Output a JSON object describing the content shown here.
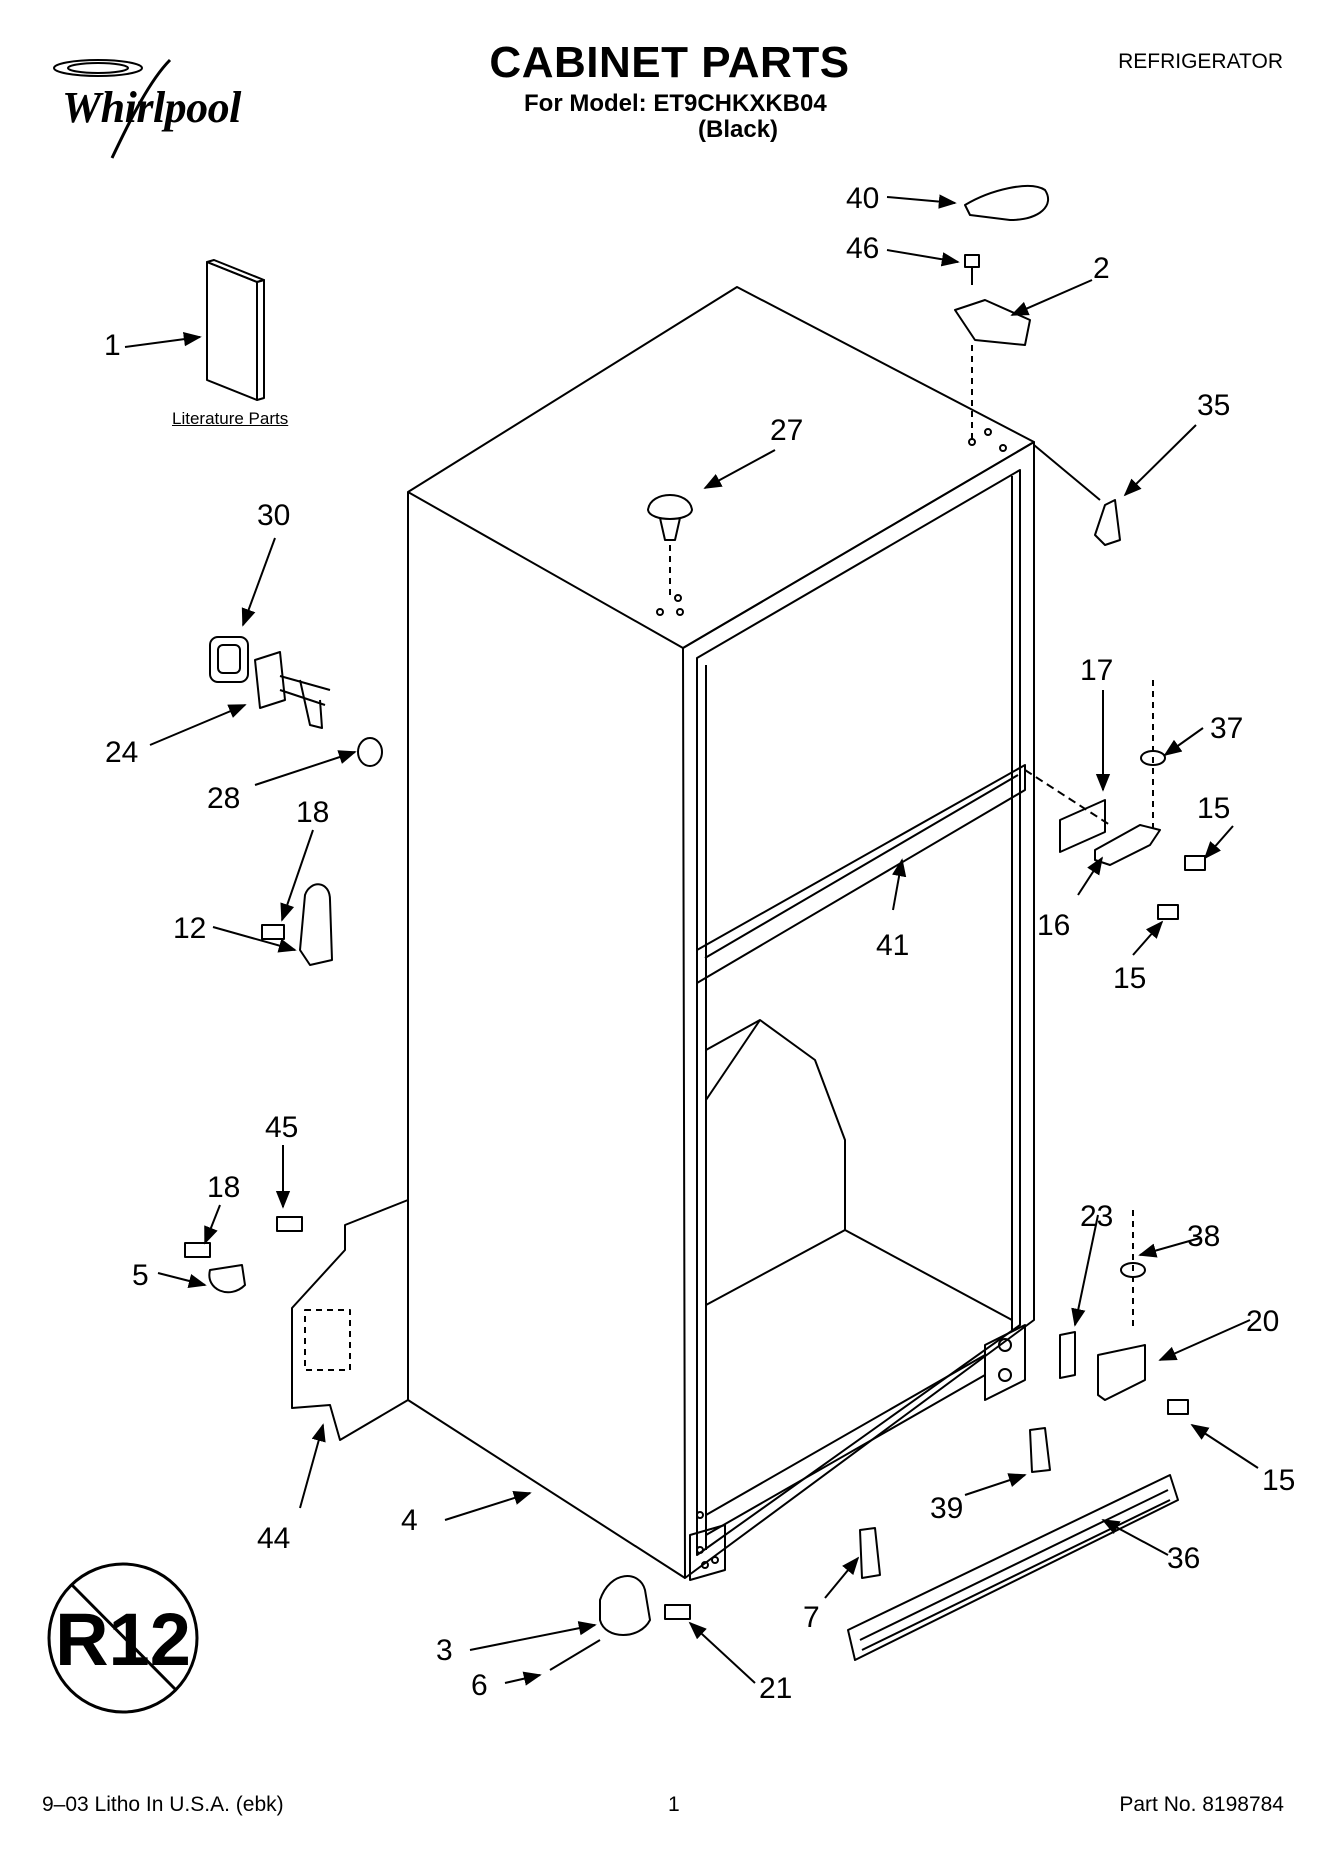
{
  "brand": "Whirlpool",
  "title": "CABINET PARTS",
  "model_line": "For Model: ET9CHKXKB04",
  "color_line": "(Black)",
  "category": "REFRIGERATOR",
  "literature_label": "Literature Parts",
  "r12_badge": "R12",
  "footer": {
    "left": "9–03 Litho In U.S.A. (ebk)",
    "page": "1",
    "right": "Part No. 8198784"
  },
  "callouts": {
    "c1": "1",
    "c2": "2",
    "c3": "3",
    "c4": "4",
    "c5": "5",
    "c6": "6",
    "c7": "7",
    "c12": "12",
    "c15a": "15",
    "c15b": "15",
    "c15c": "15",
    "c16": "16",
    "c17": "17",
    "c18a": "18",
    "c18b": "18",
    "c20": "20",
    "c21": "21",
    "c23": "23",
    "c24": "24",
    "c27": "27",
    "c28": "28",
    "c30": "30",
    "c35": "35",
    "c36": "36",
    "c37": "37",
    "c38": "38",
    "c39": "39",
    "c40": "40",
    "c41": "41",
    "c44": "44",
    "c45": "45",
    "c46": "46"
  }
}
